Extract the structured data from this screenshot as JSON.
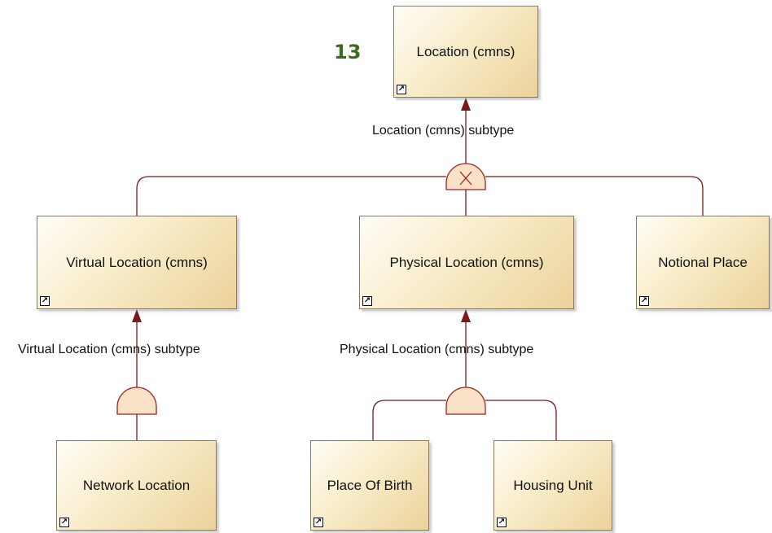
{
  "diagram_number": "13",
  "nodes": {
    "location": "Location (cmns)",
    "virtual_location": "Virtual Location (cmns)",
    "physical_location": "Physical Location (cmns)",
    "notional_place": "Notional Place",
    "network_location": "Network Location",
    "place_of_birth": "Place Of Birth",
    "housing_unit": "Housing Unit"
  },
  "edge_labels": {
    "location_subtype": "Location (cmns) subtype",
    "virtual_location_subtype": "Virtual Location (cmns) subtype",
    "physical_location_subtype": "Physical Location (cmns) subtype"
  },
  "generalization_sets": {
    "location_subtype": "exclusive",
    "virtual_location_subtype": "non-exclusive",
    "physical_location_subtype": "non-exclusive"
  },
  "shortcut_icon": "shortcut-arrow-icon",
  "colors": {
    "line": "#7a1a1a",
    "node_fill_light": "#fffdf6",
    "node_fill_dark": "#ecd29a",
    "diagram_number": "#3a6b1f"
  }
}
